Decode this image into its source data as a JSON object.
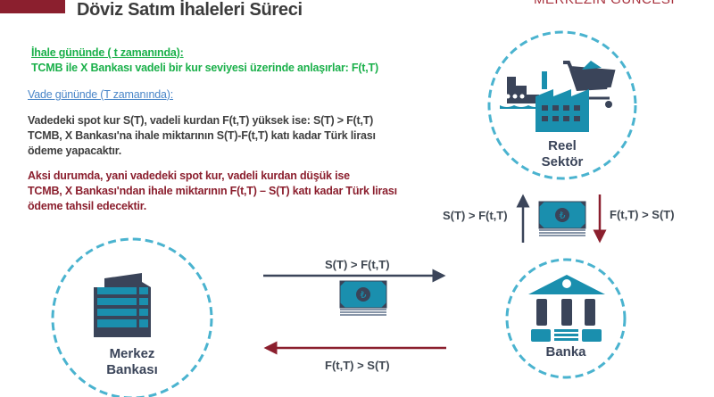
{
  "header": {
    "title": "Döviz Satım İhaleleri Süreci",
    "brand": "MERKEZİN GÜNCESİ"
  },
  "text": {
    "ihale_heading": "İhale gününde ( t zamanında):",
    "ihale_body": "TCMB ile X Bankası vadeli bir kur seviyesi üzerinde anlaşırlar: F(t,T)",
    "vade_heading": "Vade gününde (T zamanında):",
    "case1": [
      "Vadedeki spot kur S(T), vadeli kurdan F(t,T) yüksek ise: S(T) > F(t,T)",
      "TCMB, X Bankası'na ihale miktarının S(T)-F(t,T) katı kadar Türk lirası",
      "ödeme yapacaktır."
    ],
    "case2": [
      "Aksi durumda, yani vadedeki spot kur, vadeli kurdan düşük ise",
      "TCMB, X Bankası'ndan ihale miktarının F(t,T) – S(T) katı kadar Türk lirası",
      "ödeme tahsil edecektir."
    ]
  },
  "diagram": {
    "reel": [
      "Reel",
      "Sektör"
    ],
    "merkez": [
      "Merkez",
      "Bankası"
    ],
    "banka": "Banka",
    "arrow_right_label": "S(T) > F(t,T)",
    "arrow_left_label": "F(t,T) > S(T)",
    "arrow_up_label": "S(T) > F(t,T)",
    "arrow_down_label": "F(t,T) > S(T)",
    "colors": {
      "navy": "#3a4459",
      "teal": "#1a8fae",
      "red": "#8b1f2e",
      "dash": "#4ab3cf"
    }
  }
}
